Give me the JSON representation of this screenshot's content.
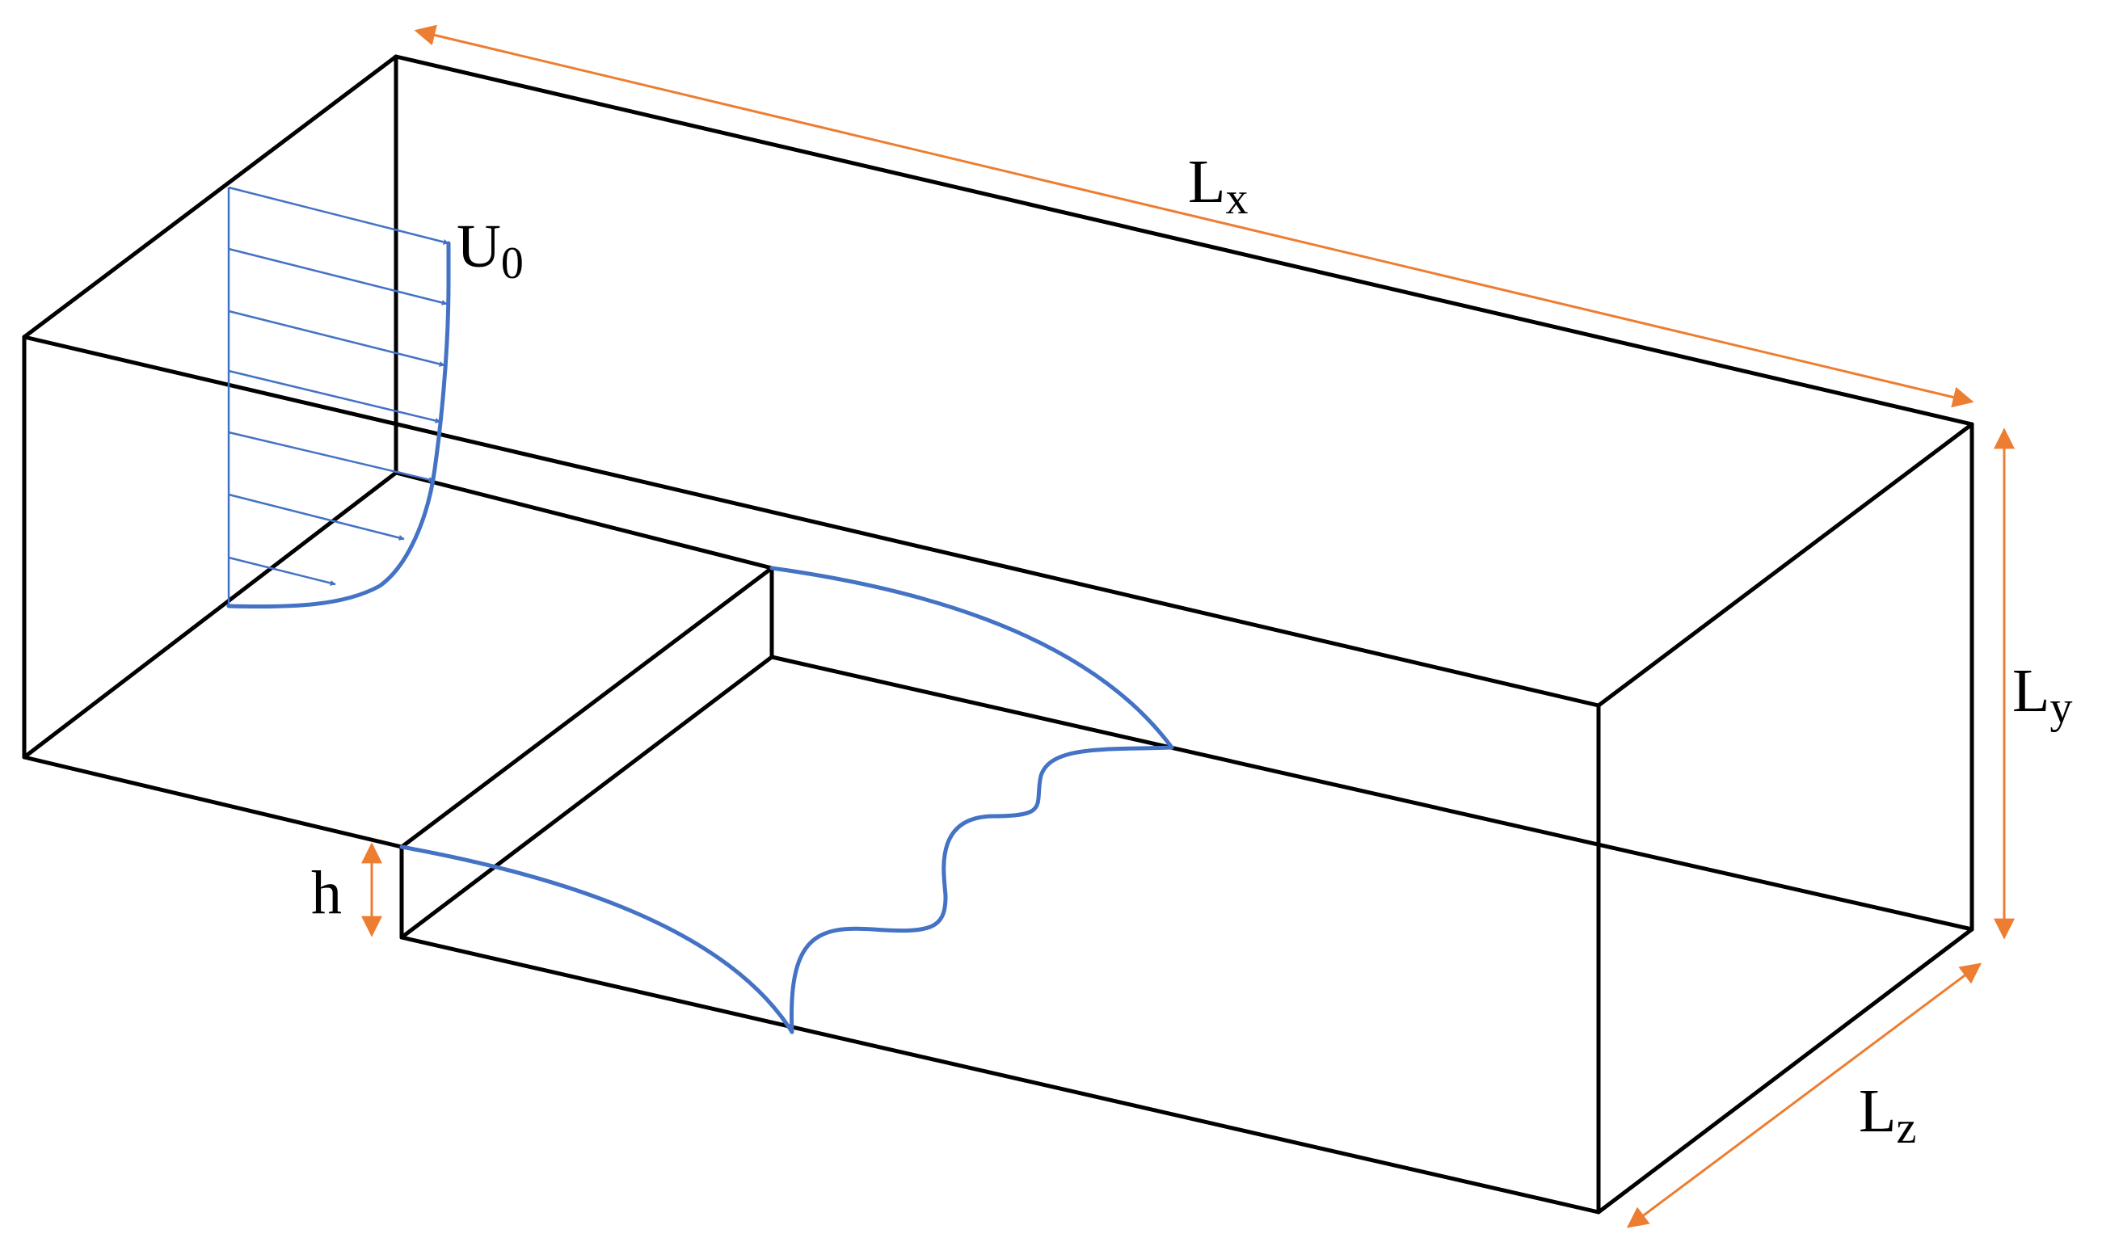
{
  "labels": {
    "lx": {
      "main": "L",
      "sub": "x"
    },
    "ly": {
      "main": "L",
      "sub": "y"
    },
    "lz": {
      "main": "L",
      "sub": "z"
    },
    "u0": {
      "main": "U",
      "sub": "0"
    },
    "h": {
      "main": "h"
    }
  },
  "colors": {
    "edges": "#000000",
    "flow_profile": "#4472C4",
    "dimensions": "#ED7D31"
  }
}
